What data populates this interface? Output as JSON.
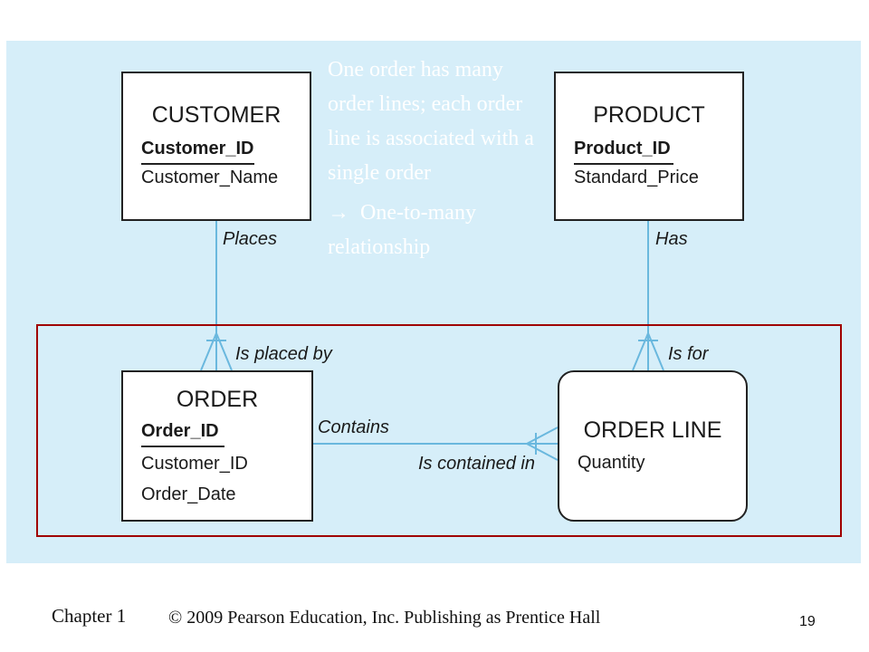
{
  "annotation": {
    "text": "One order has many order lines; each order line is associated with a single order",
    "conclusion": "One-to-many relationship",
    "arrow_glyph": "→"
  },
  "entities": {
    "customer": {
      "title": "CUSTOMER",
      "pk": "Customer_ID",
      "attrs": [
        "Customer_Name"
      ]
    },
    "product": {
      "title": "PRODUCT",
      "pk": "Product_ID",
      "attrs": [
        "Standard_Price"
      ]
    },
    "order": {
      "title": "ORDER",
      "pk": "Order_ID",
      "attrs": [
        "Customer_ID",
        "Order_Date"
      ]
    },
    "order_line": {
      "title": "ORDER LINE",
      "attrs": [
        "Quantity"
      ]
    }
  },
  "relationships": {
    "places": "Places",
    "is_placed_by": "Is placed by",
    "has": "Has",
    "is_for": "Is for",
    "contains": "Contains",
    "is_contained_in": "Is contained in"
  },
  "colors": {
    "panel_bg": "#d6eef9",
    "connector": "#6ab8de",
    "highlight_border": "#a00000",
    "annotation_text": "#ffffff"
  },
  "footer": {
    "chapter": "Chapter 1",
    "copyright": "© 2009 Pearson Education, Inc.  Publishing as Prentice Hall",
    "page_number": "19"
  }
}
